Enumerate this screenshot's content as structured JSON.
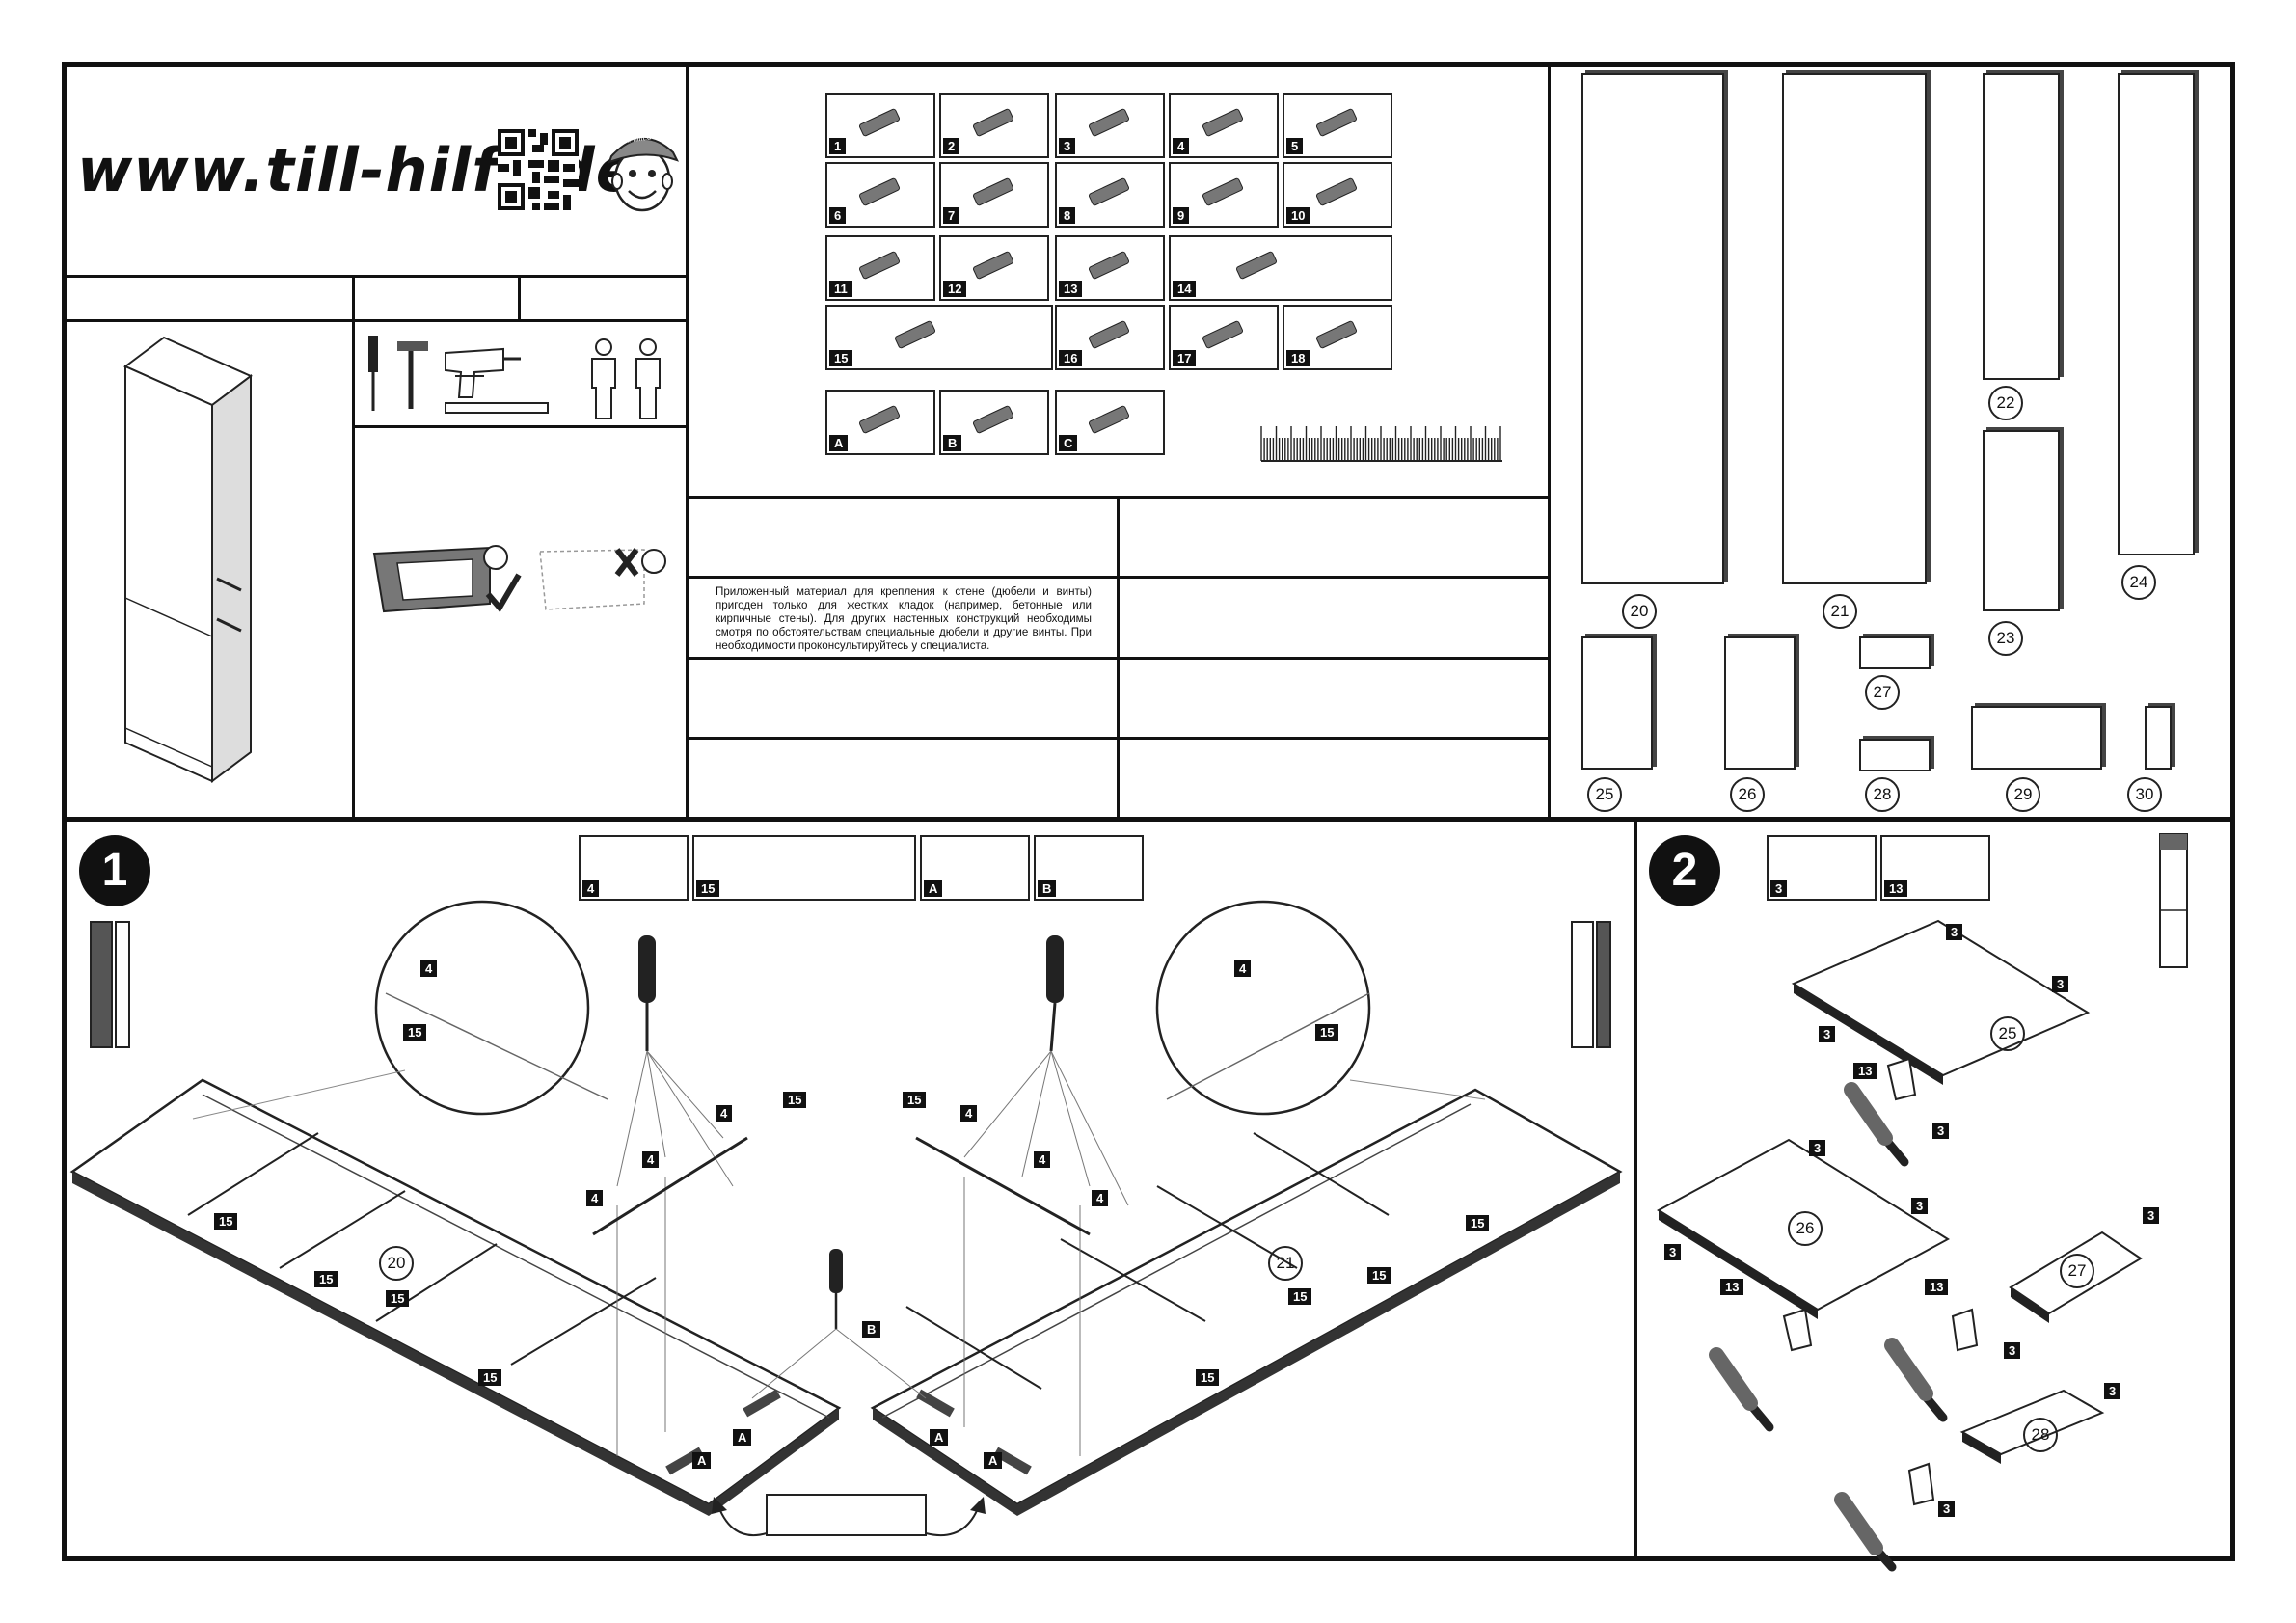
{
  "header": {
    "website": "www.till-hilft.de",
    "mascot_cap_text": "till-hilft.de"
  },
  "parts": {
    "hardware": [
      {
        "id": "1",
        "icon": "long-screw-icon"
      },
      {
        "id": "2",
        "icon": "leveling-foot-icon"
      },
      {
        "id": "3",
        "icon": "wooden-dowel-icon"
      },
      {
        "id": "4",
        "icon": "short-screw-icon"
      },
      {
        "id": "5",
        "icon": "wood-screw-icon"
      },
      {
        "id": "6",
        "icon": "handle-icon"
      },
      {
        "id": "7",
        "icon": "long-wood-screw-icon"
      },
      {
        "id": "8",
        "icon": "wall-plug-icon"
      },
      {
        "id": "9",
        "icon": "wall-bracket-icon"
      },
      {
        "id": "10",
        "icon": "small-screw-icon"
      },
      {
        "id": "11",
        "icon": "cam-bolt-icon"
      },
      {
        "id": "12",
        "icon": "nail-icon"
      },
      {
        "id": "13",
        "icon": "glue-tube-icon"
      },
      {
        "id": "14",
        "icon": "drawer-rail-icon"
      },
      {
        "id": "15",
        "icon": "hinge-plate-rail-icon"
      },
      {
        "id": "16",
        "icon": "cover-cap-icon"
      },
      {
        "id": "17",
        "icon": "screw-icon"
      },
      {
        "id": "18",
        "icon": "screw-icon"
      },
      {
        "id": "A",
        "icon": "connector-plate-icon"
      },
      {
        "id": "B",
        "icon": "screw-icon"
      },
      {
        "id": "C",
        "icon": "cover-cap-icon"
      }
    ],
    "panels": [
      "20",
      "21",
      "22",
      "23",
      "24",
      "25",
      "26",
      "27",
      "28",
      "29",
      "30"
    ]
  },
  "notice": "Приложенный материал для крепления к стене (дюбели и винты) пригоден только для жестких кладок (например, бетонные или кирпичные стены). Для других настенных конструкций необходимы смотря по обстоятельствам специальные дюбели и другие винты. При необходимости проконсультируйтесь у специалиста.",
  "step1": {
    "number": "1",
    "hardware": [
      "4",
      "15",
      "A",
      "B"
    ],
    "panels": [
      "20",
      "21"
    ],
    "callouts": [
      "4",
      "15",
      "A",
      "B"
    ]
  },
  "step2": {
    "number": "2",
    "hardware": [
      "3",
      "13"
    ],
    "panels": [
      "25",
      "26",
      "27",
      "28"
    ],
    "callouts": [
      "3",
      "13"
    ]
  }
}
